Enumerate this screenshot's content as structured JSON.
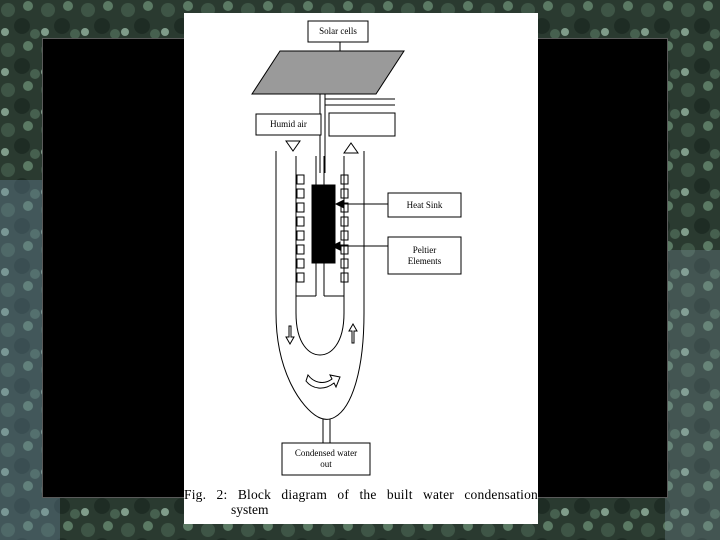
{
  "figure": {
    "labels": {
      "solar_cells": "Solar cells",
      "humid_air": "Humid air",
      "heat_sink": "Heat Sink",
      "peltier_line1": "Peltier",
      "peltier_line2": "Elements",
      "condensed_line1": "Condensed water",
      "condensed_line2": "out"
    },
    "caption_line1": "Fig. 2: Block diagram of the built water condensation",
    "caption_line2": "system"
  },
  "colors": {
    "panel": "#000000",
    "figure_bg": "#ffffff",
    "ink": "#000000",
    "solar_panel_fill": "#9a9a9a"
  }
}
